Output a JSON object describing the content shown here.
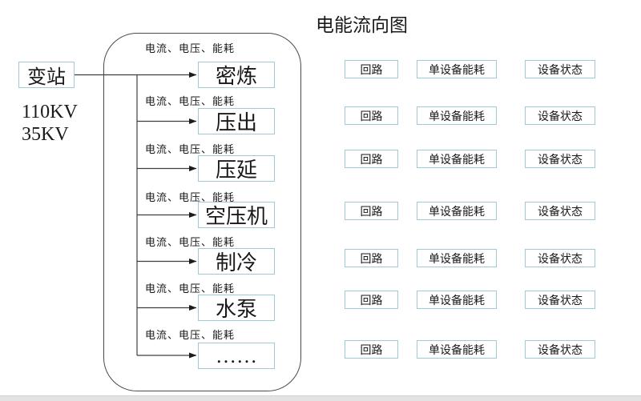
{
  "title": "电能流向图",
  "substation": {
    "label": "变站",
    "voltage_1": "110KV",
    "voltage_2": "35KV"
  },
  "devices": [
    {
      "meter_label": "电流、电压、能耗",
      "name": "密炼"
    },
    {
      "meter_label": "电流、电压、能耗",
      "name": "压出"
    },
    {
      "meter_label": "电流、电压、能耗",
      "name": "压延"
    },
    {
      "meter_label": "电流、电压、能耗",
      "name": "空压机"
    },
    {
      "meter_label": "电流、电压、能耗",
      "name": "制冷"
    },
    {
      "meter_label": "电流、电压、能耗",
      "name": "水泵"
    },
    {
      "meter_label": "电流、电压、能耗",
      "name": "……"
    }
  ],
  "monitor_rows": [
    {
      "circuit": "回路",
      "device_energy": "单设备能耗",
      "device_status": "设备状态"
    },
    {
      "circuit": "回路",
      "device_energy": "单设备能耗",
      "device_status": "设备状态"
    },
    {
      "circuit": "回路",
      "device_energy": "单设备能耗",
      "device_status": "设备状态"
    },
    {
      "circuit": "回路",
      "device_energy": "单设备能耗",
      "device_status": "设备状态"
    },
    {
      "circuit": "回路",
      "device_energy": "单设备能耗",
      "device_status": "设备状态"
    },
    {
      "circuit": "回路",
      "device_energy": "单设备能耗",
      "device_status": "设备状态"
    },
    {
      "circuit": "回路",
      "device_energy": "单设备能耗",
      "device_status": "设备状态"
    }
  ],
  "colors": {
    "box_border": "#9fc9d6",
    "outline": "#4a4a4a",
    "arrow": "#3f3f3f",
    "scrollbar_track": "#e3e3e3"
  }
}
